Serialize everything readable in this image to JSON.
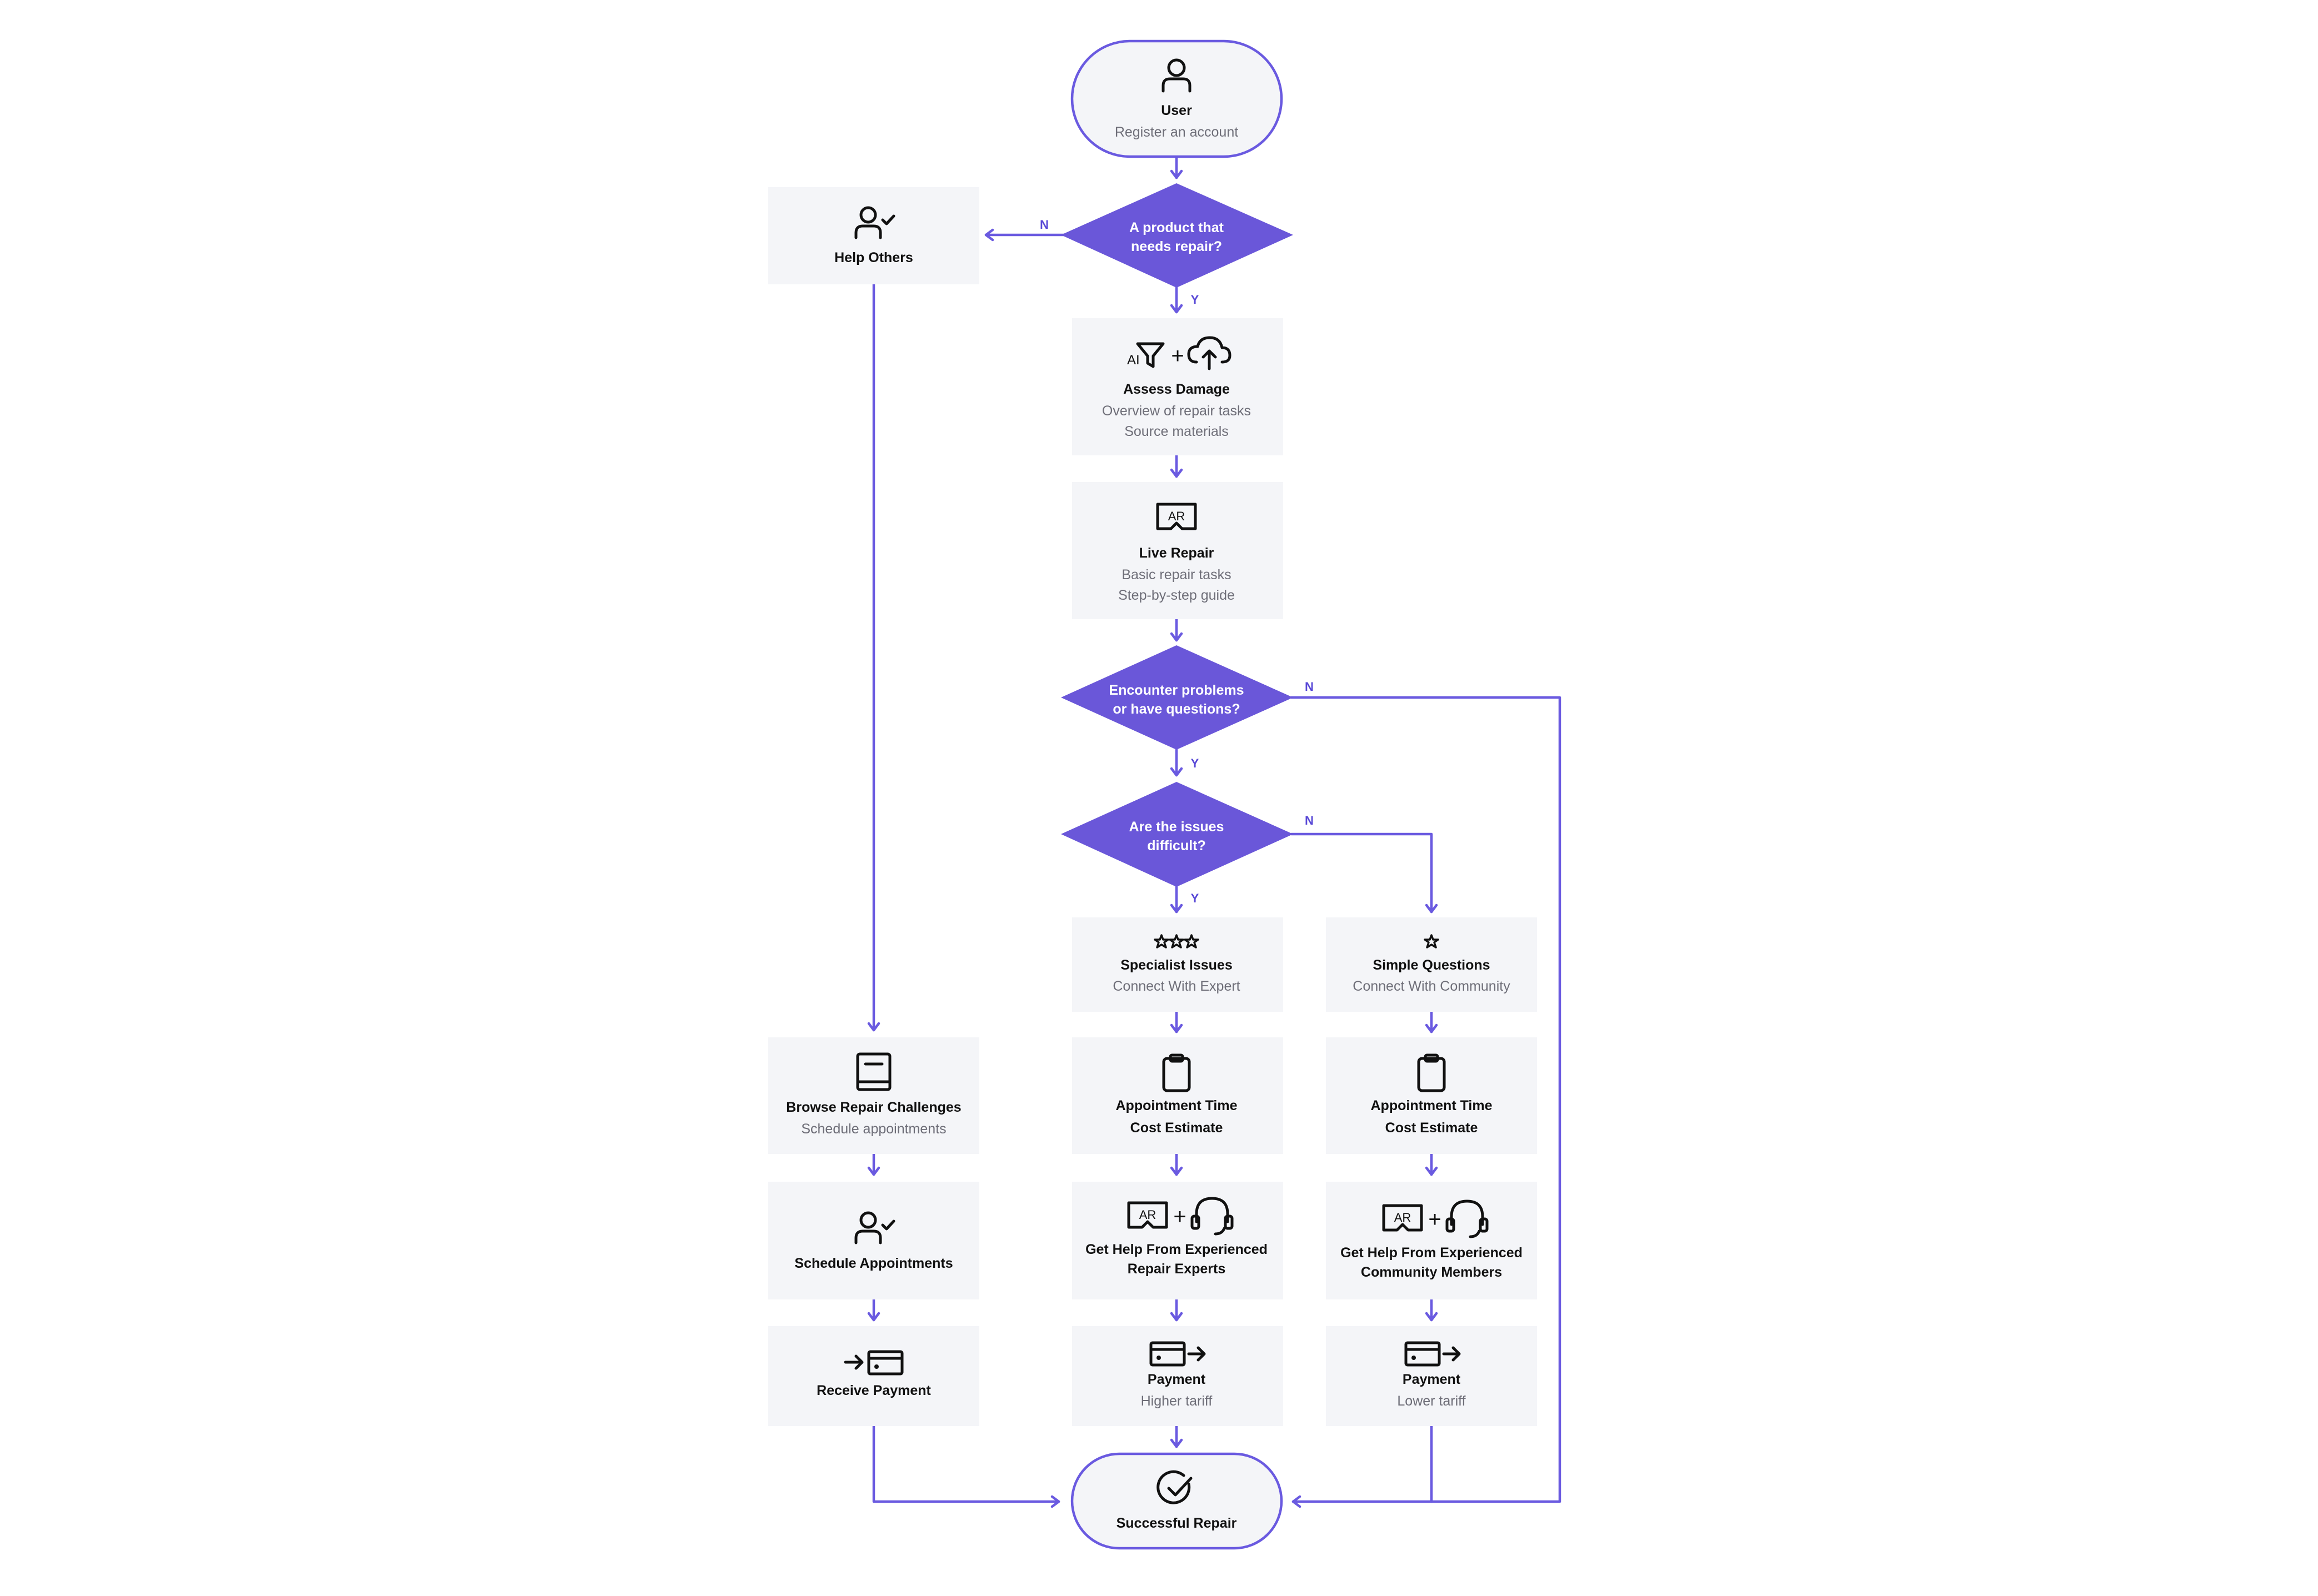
{
  "colors": {
    "accent": "#6a57d9",
    "node_fill": "#f4f5f8",
    "line": "#6a5ae0",
    "subtext": "#6e6e78"
  },
  "nodes": {
    "user": {
      "title": "User",
      "sub": "Register an account"
    },
    "help_others": {
      "title": "Help Others"
    },
    "assess": {
      "title": "Assess Damage",
      "sub1": "Overview of repair tasks",
      "sub2": "Source materials",
      "icon_text": "AI"
    },
    "live": {
      "title": "Live Repair",
      "sub1": "Basic repair tasks",
      "sub2": "Step-by-step guide",
      "icon_text": "AR"
    },
    "specialist": {
      "title": "Specialist Issues",
      "sub": "Connect With Expert"
    },
    "simple": {
      "title": "Simple Questions",
      "sub": "Connect With Community"
    },
    "browse": {
      "title": "Browse Repair Challenges",
      "sub": "Schedule appointments"
    },
    "appt_left": {
      "line1": "Appointment Time",
      "line2": "Cost Estimate"
    },
    "appt_right": {
      "line1": "Appointment Time",
      "line2": "Cost Estimate"
    },
    "schedule": {
      "title": "Schedule Appointments"
    },
    "help_experts": {
      "line1": "Get Help From Experienced",
      "line2": "Repair Experts",
      "icon_text": "AR"
    },
    "help_community": {
      "line1": "Get Help From Experienced",
      "line2": "Community Members",
      "icon_text": "AR"
    },
    "receive": {
      "title": "Receive Payment"
    },
    "pay_high": {
      "title": "Payment",
      "sub": "Higher tariff"
    },
    "pay_low": {
      "title": "Payment",
      "sub": "Lower tariff"
    },
    "success": {
      "title": "Successful Repair"
    }
  },
  "decisions": {
    "product": {
      "line1": "A product that",
      "line2": "needs repair?"
    },
    "problems": {
      "line1": "Encounter problems",
      "line2": "or have questions?"
    },
    "difficult": {
      "line1": "Are the issues",
      "line2": "difficult?"
    }
  },
  "edge_labels": {
    "yes": "Y",
    "no": "N"
  }
}
